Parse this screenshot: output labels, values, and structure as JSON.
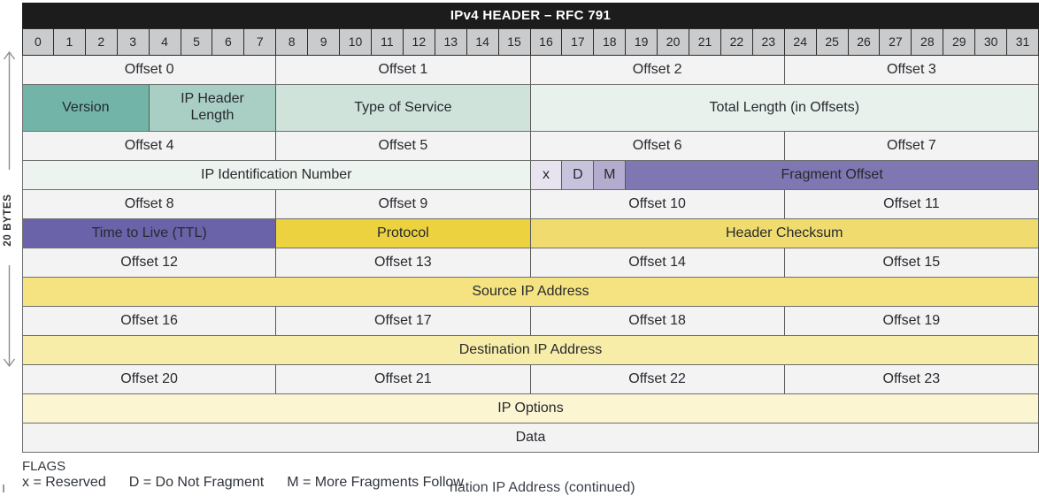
{
  "title": "IPv4 HEADER – RFC 791",
  "bit_numbers": [
    "0",
    "1",
    "2",
    "3",
    "4",
    "5",
    "6",
    "7",
    "8",
    "9",
    "10",
    "11",
    "12",
    "13",
    "14",
    "15",
    "16",
    "17",
    "18",
    "19",
    "20",
    "21",
    "22",
    "23",
    "24",
    "25",
    "26",
    "27",
    "28",
    "29",
    "30",
    "31"
  ],
  "side_label": "20 BYTES",
  "colors": {
    "title_bg": "#1c1c1d",
    "bit_cell_bg": "#c9cbcd",
    "offset_cell_bg": "#f3f3f3",
    "teal_dark": "#72b5a8",
    "teal_mid": "#a9cfc5",
    "teal_light": "#cfe3da",
    "teal_faint": "#e9f1ec",
    "purple_dark": "#6a63a9",
    "purple_mid": "#7f77b2",
    "yellow_strong": "#ecd23e",
    "yellow_mid": "#f0dc6e",
    "yellow_light": "#f4e380",
    "yellow_pale": "#f8eda8",
    "cream": "#fcf5d2"
  },
  "rows": [
    {
      "kind": "offset",
      "h": 33,
      "cells": [
        {
          "label": "Offset 0",
          "span": 8
        },
        {
          "label": "Offset 1",
          "span": 8
        },
        {
          "label": "Offset 2",
          "span": 8
        },
        {
          "label": "Offset 3",
          "span": 8
        }
      ]
    },
    {
      "kind": "field",
      "h": 53,
      "cells": [
        {
          "label": "Version",
          "span": 4,
          "bg": "#72b5a8"
        },
        {
          "label": "IP Header Length",
          "span": 4,
          "bg": "#a9cfc5"
        },
        {
          "label": "Type of Service",
          "span": 8,
          "bg": "#cfe3da"
        },
        {
          "label": "Total Length (in Offsets)",
          "span": 16,
          "bg": "#e9f1ec"
        }
      ]
    },
    {
      "kind": "offset",
      "h": 33,
      "cells": [
        {
          "label": "Offset 4",
          "span": 8
        },
        {
          "label": "Offset 5",
          "span": 8
        },
        {
          "label": "Offset 6",
          "span": 8
        },
        {
          "label": "Offset 7",
          "span": 8
        }
      ]
    },
    {
      "kind": "field",
      "h": 33,
      "cells": [
        {
          "label": "IP Identification Number",
          "span": 16,
          "bg": "#edf3ef"
        },
        {
          "label": "x",
          "span": 1,
          "bg": "#e7e4f0"
        },
        {
          "label": "D",
          "span": 1,
          "bg": "#c8c3dd"
        },
        {
          "label": "M",
          "span": 1,
          "bg": "#b3acce"
        },
        {
          "label": "Fragment Offset",
          "span": 13,
          "bg": "#7f77b2"
        }
      ]
    },
    {
      "kind": "offset",
      "h": 33,
      "cells": [
        {
          "label": "Offset 8",
          "span": 8
        },
        {
          "label": "Offset 9",
          "span": 8
        },
        {
          "label": "Offset 10",
          "span": 8
        },
        {
          "label": "Offset 11",
          "span": 8
        }
      ]
    },
    {
      "kind": "field",
      "h": 33,
      "cells": [
        {
          "label": "Time to Live (TTL)",
          "span": 8,
          "bg": "#6a63a9"
        },
        {
          "label": "Protocol",
          "span": 8,
          "bg": "#ecd23e"
        },
        {
          "label": "Header Checksum",
          "span": 16,
          "bg": "#f0dc6e"
        }
      ]
    },
    {
      "kind": "offset",
      "h": 33,
      "cells": [
        {
          "label": "Offset 12",
          "span": 8
        },
        {
          "label": "Offset 13",
          "span": 8
        },
        {
          "label": "Offset 14",
          "span": 8
        },
        {
          "label": "Offset 15",
          "span": 8
        }
      ]
    },
    {
      "kind": "field",
      "h": 33,
      "cells": [
        {
          "label": "Source IP Address",
          "span": 32,
          "bg": "#f4e380"
        }
      ]
    },
    {
      "kind": "offset",
      "h": 33,
      "cells": [
        {
          "label": "Offset 16",
          "span": 8
        },
        {
          "label": "Offset 17",
          "span": 8
        },
        {
          "label": "Offset 18",
          "span": 8
        },
        {
          "label": "Offset 19",
          "span": 8
        }
      ]
    },
    {
      "kind": "field",
      "h": 33,
      "cells": [
        {
          "label": "Destination IP Address",
          "span": 32,
          "bg": "#f8eda8"
        }
      ]
    },
    {
      "kind": "offset",
      "h": 33,
      "cells": [
        {
          "label": "Offset 20",
          "span": 8
        },
        {
          "label": "Offset 21",
          "span": 8
        },
        {
          "label": "Offset 22",
          "span": 8
        },
        {
          "label": "Offset 23",
          "span": 8
        }
      ]
    },
    {
      "kind": "field",
      "h": 33,
      "cells": [
        {
          "label": "IP Options",
          "span": 32,
          "bg": "#fcf5d2"
        }
      ]
    },
    {
      "kind": "field",
      "h": 33,
      "cells": [
        {
          "label": "Data",
          "span": 32,
          "bg": "#f3f3f3"
        }
      ]
    }
  ],
  "legend": {
    "heading": "FLAGS",
    "items": [
      "x = Reserved",
      "D = Do Not Fragment",
      "M = More Fragments Follow"
    ]
  },
  "clipped_bottom_text": "nation IP Address (continued)"
}
